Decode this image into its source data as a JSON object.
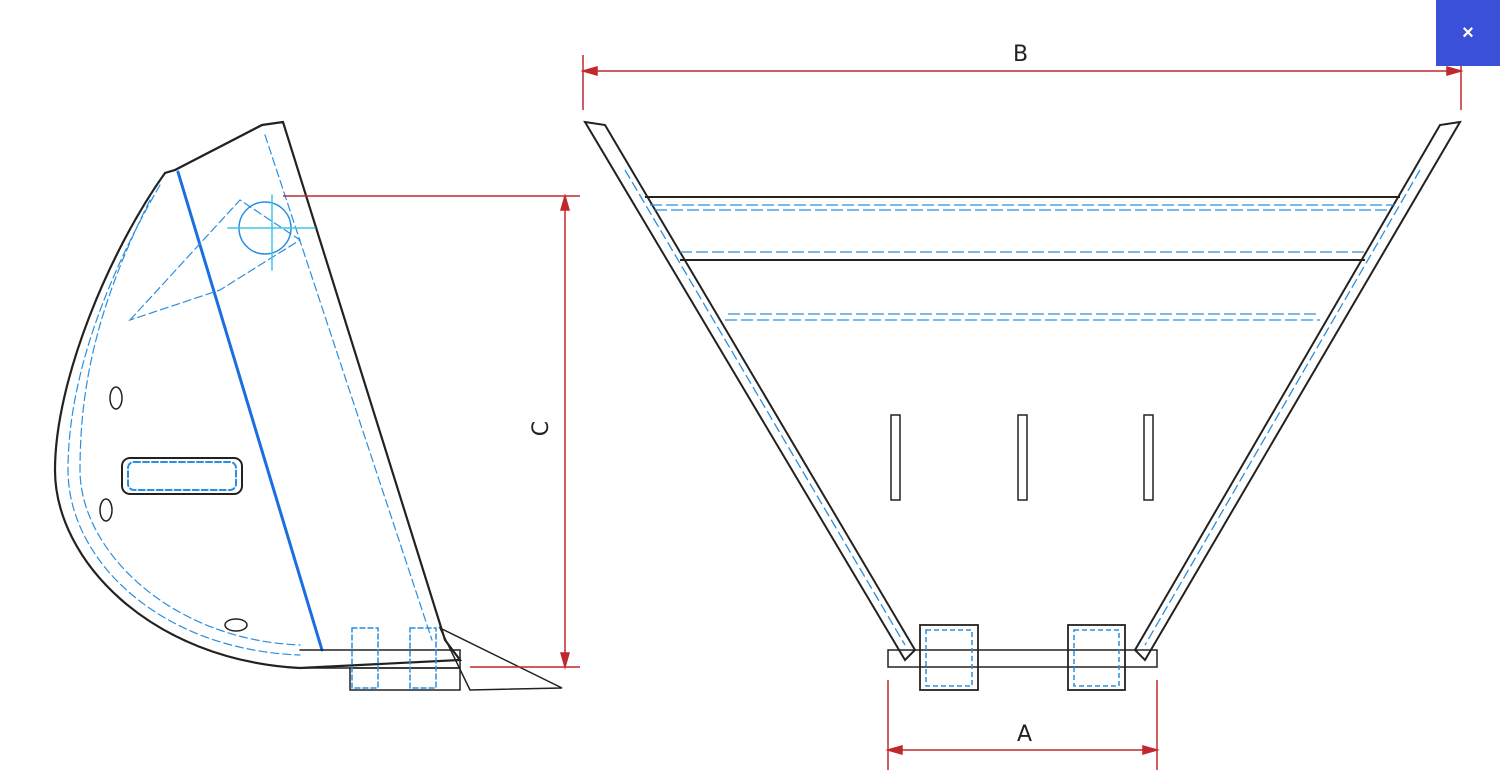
{
  "close_button": {
    "label": "×"
  },
  "dimensions": {
    "a": "A",
    "b": "B",
    "c": "C"
  },
  "colors": {
    "dimension": "#c0282d",
    "hidden": "#2a8fe0",
    "outline": "#222222",
    "close_bg": "#3b50d8"
  }
}
